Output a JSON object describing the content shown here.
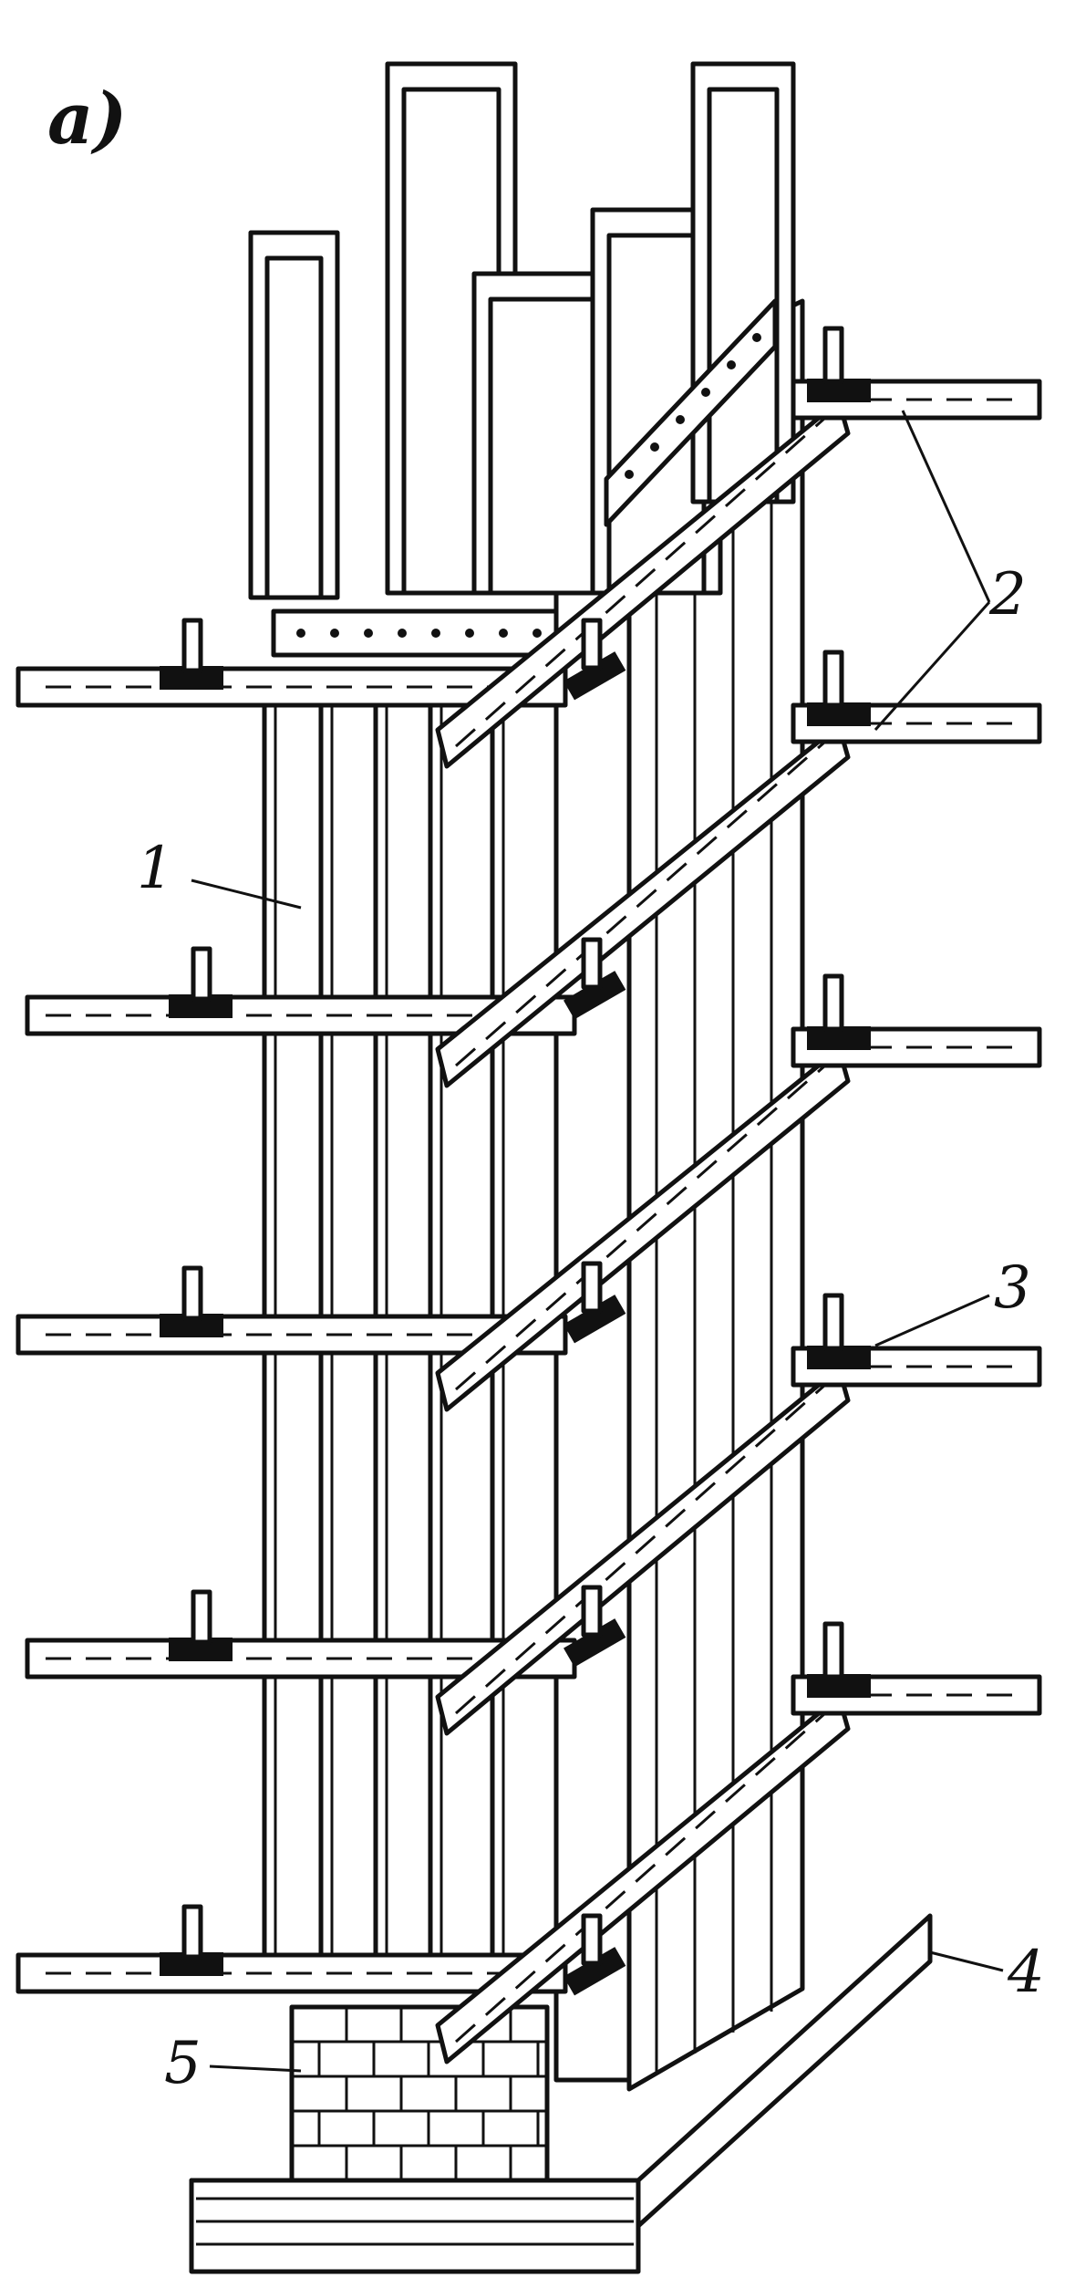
{
  "figure": {
    "panel_label": "a)",
    "callouts": [
      {
        "id": "1",
        "text": "1"
      },
      {
        "id": "2",
        "text": "2"
      },
      {
        "id": "3",
        "text": "3"
      },
      {
        "id": "4",
        "text": "4"
      },
      {
        "id": "5",
        "text": "5"
      }
    ],
    "stroke_color": "#111111",
    "fill_color": "#ffffff",
    "bolt_pad_color": "#111111"
  }
}
